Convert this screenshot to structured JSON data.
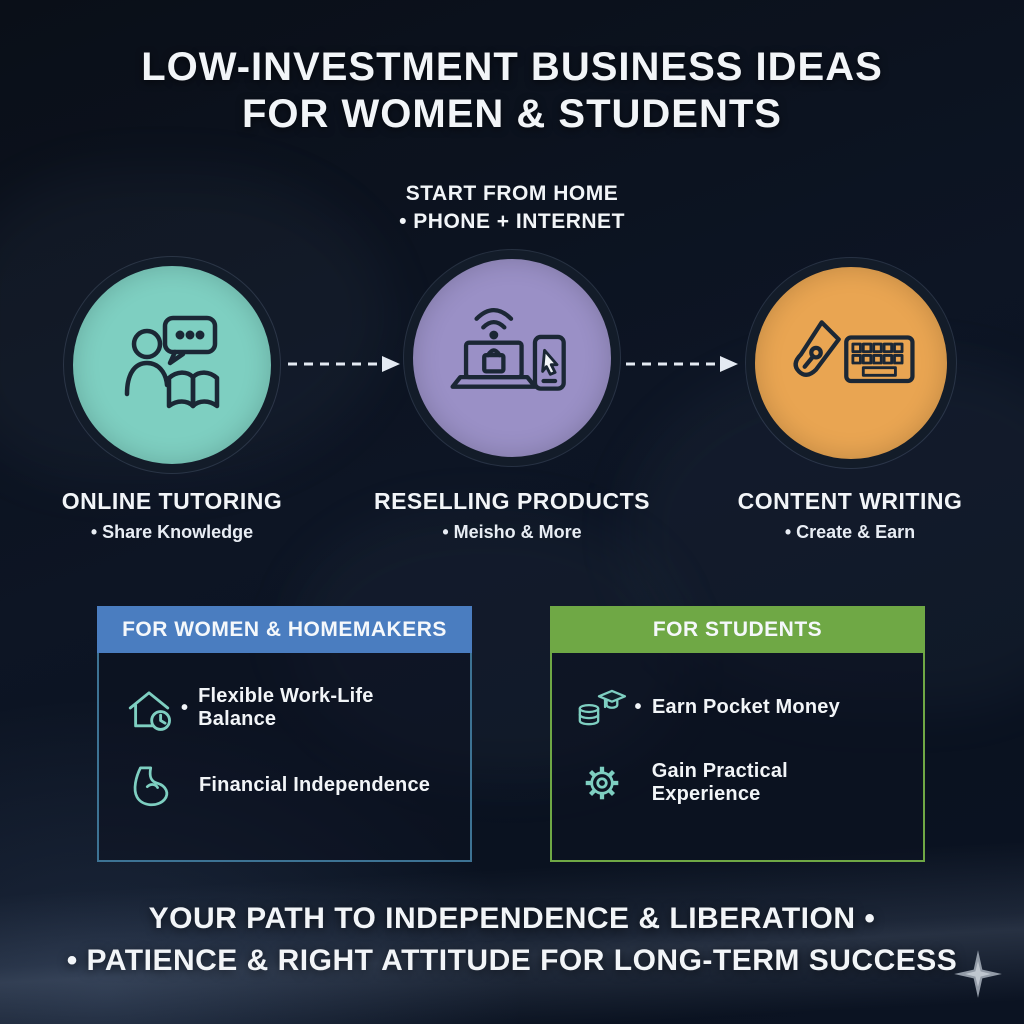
{
  "title": {
    "line1": "LOW-INVESTMENT BUSINESS IDEAS",
    "line2": "FOR WOMEN & STUDENTS"
  },
  "subtitle": {
    "line1": "START FROM HOME",
    "line2": "• PHONE + INTERNET"
  },
  "steps": [
    {
      "label": "ONLINE TUTORING",
      "tagline": "• Share Knowledge",
      "color": "#7ecfc1",
      "icon": "tutor-chat-book-icon"
    },
    {
      "label": "RESELLING PRODUCTS",
      "tagline": "• Meisho & More",
      "color": "#9a90c6",
      "icon": "laptop-phone-shopping-icon"
    },
    {
      "label": "CONTENT WRITING",
      "tagline": "• Create & Earn",
      "color": "#e9a552",
      "icon": "pen-keyboard-icon"
    }
  ],
  "connector": {
    "style": "dashed-arrow",
    "color": "#e4eaf2"
  },
  "panels": [
    {
      "title": "FOR WOMEN & HOMEMAKERS",
      "header_color": "#4a7dc0",
      "border_color": "#3d7394",
      "items": [
        {
          "icon": "home-clock-icon",
          "bullet": "•",
          "label": "Flexible Work-Life Balance"
        },
        {
          "icon": "flexed-arm-icon",
          "bullet": "",
          "label": "Financial Independence"
        }
      ]
    },
    {
      "title": "FOR STUDENTS",
      "header_color": "#6fa845",
      "border_color": "#6fa845",
      "items": [
        {
          "icon": "graduation-coins-icon",
          "bullet": "•",
          "label": "Earn Pocket Money"
        },
        {
          "icon": "gear-icon",
          "bullet": "",
          "label": "Gain Practical Experience"
        }
      ]
    }
  ],
  "footer": {
    "line1": "YOUR PATH TO INDEPENDENCE & LIBERATION •",
    "line2": "• PATIENCE & RIGHT ATTITUDE FOR LONG-TERM SUCCESS"
  },
  "accent": {
    "icon": "sparkle-icon",
    "color": "#99a2ae"
  }
}
